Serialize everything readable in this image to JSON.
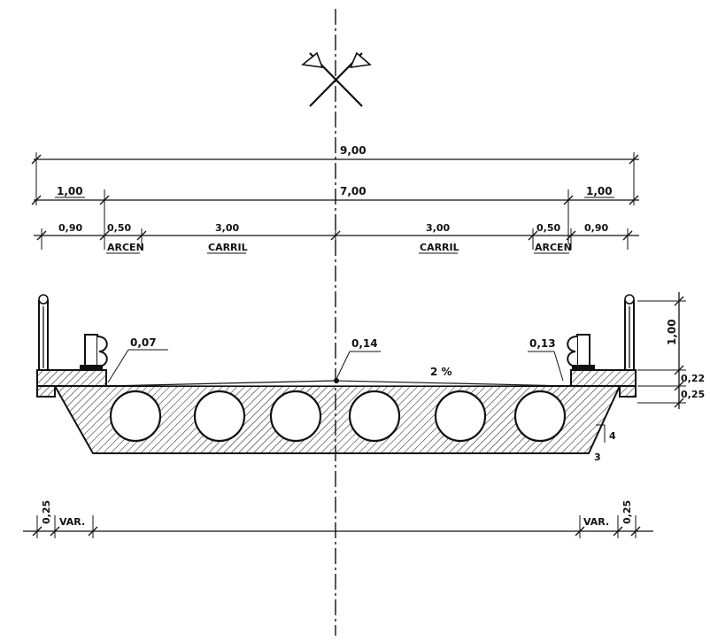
{
  "dimensions": {
    "total_width": "9,00",
    "deck_width": "7,00",
    "side_width_left": "1,00",
    "side_width_right": "1,00",
    "sidewalk_left": "0,90",
    "sidewalk_right": "0,90",
    "shoulder_left": "0,50",
    "shoulder_right": "0,50",
    "lane_left": "3,00",
    "lane_right": "3,00",
    "thickness_left": "0,07",
    "thickness_center": "0,14",
    "thickness_right": "0,13",
    "cross_slope": "2 %",
    "railing_height": "1,00",
    "curb_height": "0,22",
    "slab_edge": "0,25",
    "bottom_edge_left": "0,25",
    "bottom_edge_right": "0,25",
    "bottom_var_left": "VAR.",
    "bottom_var_right": "VAR.",
    "taper_v": "4",
    "taper_h": "3"
  },
  "labels": {
    "shoulder_left": "ARCEN",
    "shoulder_right": "ARCEN",
    "lane_left": "CARRIL",
    "lane_right": "CARRIL"
  }
}
